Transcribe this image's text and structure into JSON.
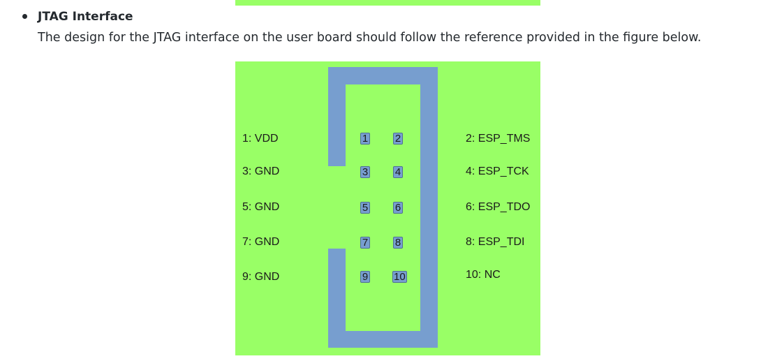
{
  "section": {
    "heading": "JTAG Interface",
    "description": "The design for the JTAG interface on the user board should follow the reference provided in the figure below."
  },
  "figure": {
    "background_color": "#99ff66",
    "connector_color": "#779ecf",
    "left_labels": [
      "1: VDD",
      "3: GND",
      "5: GND",
      "7: GND",
      "9: GND"
    ],
    "right_labels": [
      "2: ESP_TMS",
      "4: ESP_TCK",
      "6: ESP_TDO",
      "8: ESP_TDI",
      "10: NC"
    ],
    "left_pins": [
      "1",
      "3",
      "5",
      "7",
      "9"
    ],
    "right_pins": [
      "2",
      "4",
      "6",
      "8",
      "10"
    ]
  }
}
